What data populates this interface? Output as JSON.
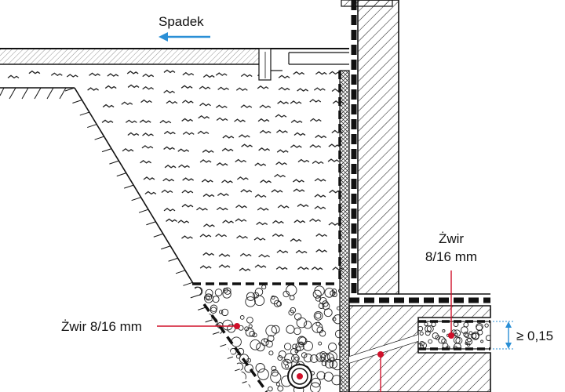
{
  "labels": {
    "slope": "Spadek",
    "gravel_left": "Żwir 8/16 mm",
    "gravel_right_line1": "Żwir",
    "gravel_right_line2": "8/16 mm",
    "dimension": "≥ 0,15"
  },
  "colors": {
    "slope_arrow": "#2a8fd6",
    "leader": "#d0102a",
    "dimension": "#2a8fd6",
    "line": "#111111"
  },
  "icons": {
    "slope_arrow": "arrow-left-icon",
    "drain_pipe": "drain-pipe-icon"
  }
}
